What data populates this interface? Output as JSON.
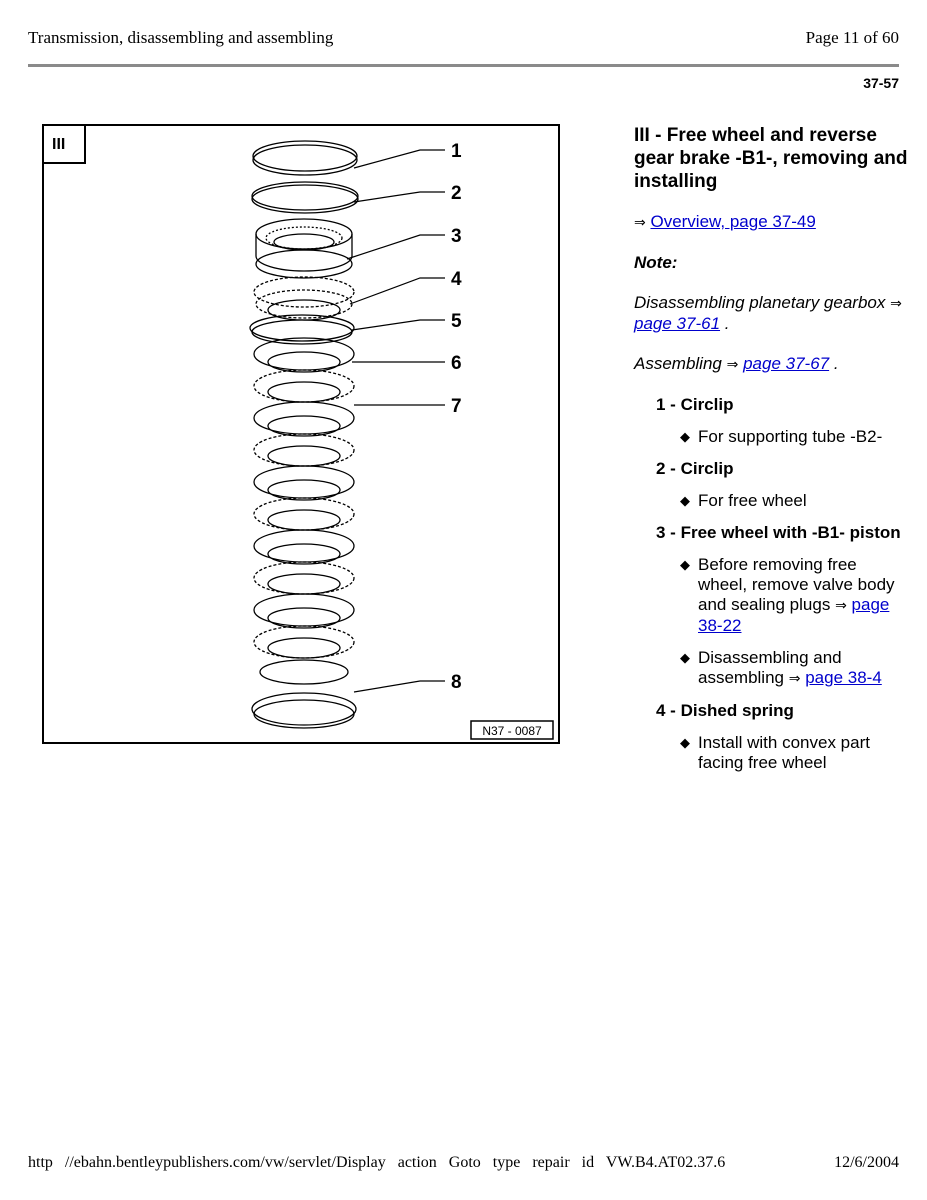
{
  "header": {
    "title": "Transmission, disassembling and assembling",
    "page": "Page 11 of 60",
    "section": "37-57"
  },
  "figure": {
    "label": "III",
    "ref": "N37 - 0087",
    "callouts": [
      "1",
      "2",
      "3",
      "4",
      "5",
      "6",
      "7",
      "8"
    ]
  },
  "content": {
    "title": "III - Free wheel and reverse gear brake -B1-, removing and installing",
    "arrow": "⇒",
    "overview_link": "Overview, page 37-49",
    "note_label": "Note:",
    "disassembling_text": "Disassembling planetary gearbox",
    "disassembling_link": "page 37-61",
    "assembling_text": "Assembling",
    "assembling_link": "page 37-67",
    "period": ".",
    "items": [
      {
        "num": "1 - ",
        "title": "Circlip",
        "bullets": [
          {
            "text": "For supporting tube -B2-"
          }
        ]
      },
      {
        "num": "2 - ",
        "title": "Circlip",
        "bullets": [
          {
            "text": "For free wheel"
          }
        ]
      },
      {
        "num": "3 - ",
        "title": "Free wheel with -B1- piston",
        "bullets": [
          {
            "text": "Before removing free wheel, remove valve body and sealing plugs",
            "link": "page 38-22"
          },
          {
            "text": "Disassembling and assembling",
            "link": "page 38-4"
          }
        ]
      },
      {
        "num": "4 - ",
        "title": "Dished spring",
        "bullets": [
          {
            "text": "Install with convex part facing free wheel"
          }
        ]
      }
    ]
  },
  "footer": {
    "url": "http //ebahn.bentleypublishers.com/vw/servlet/Display action Goto type repair id VW.B4.AT02.37.6",
    "date": "12/6/2004"
  }
}
